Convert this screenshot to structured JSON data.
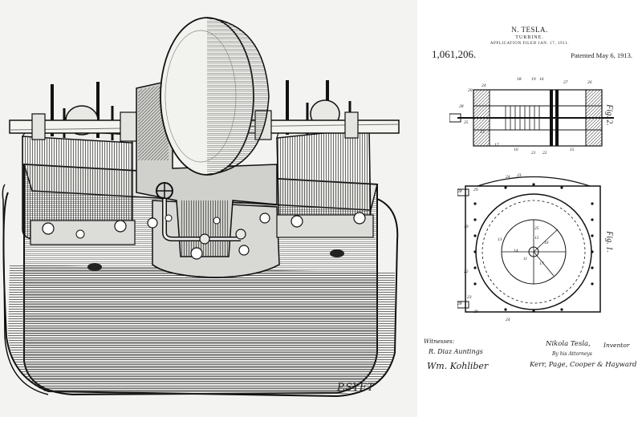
{
  "engraving": {
    "artist_signature": "P.SYET"
  },
  "patent": {
    "inventor_header": "N. TESLA.",
    "title": "TURBINE.",
    "application_line": "APPLICATION FILED JAN. 17, 1911.",
    "patent_number": "1,061,206.",
    "patent_date": "Patented May 6, 1913.",
    "fig2_label": "Fig. 2.",
    "fig1_label": "Fig. 1.",
    "witnesses_label": "Witnesses:",
    "witness_1": "R. Diaz Auntings",
    "witness_2": "Wm. Kohliber",
    "inventor_signature": "Nikola Tesla,",
    "inventor_label": "Inventor",
    "attorneys_label": "By his Attorneys",
    "attorneys_signature": "Kerr, Page, Cooper & Hayward",
    "fig2_refs": [
      "28",
      "20",
      "24",
      "18",
      "19",
      "16",
      "27",
      "26",
      "25",
      "13",
      "17",
      "10",
      "21",
      "22",
      "15"
    ],
    "fig1_refs": [
      "28",
      "29",
      "24",
      "23",
      "19",
      "13",
      "22",
      "14",
      "15",
      "16",
      "11",
      "17",
      "25",
      "29",
      "28",
      "23",
      "24"
    ]
  },
  "colors": {
    "ink": "#1a1a1a",
    "engraving_background": "#f3f3f1",
    "paper": "#ffffff"
  }
}
